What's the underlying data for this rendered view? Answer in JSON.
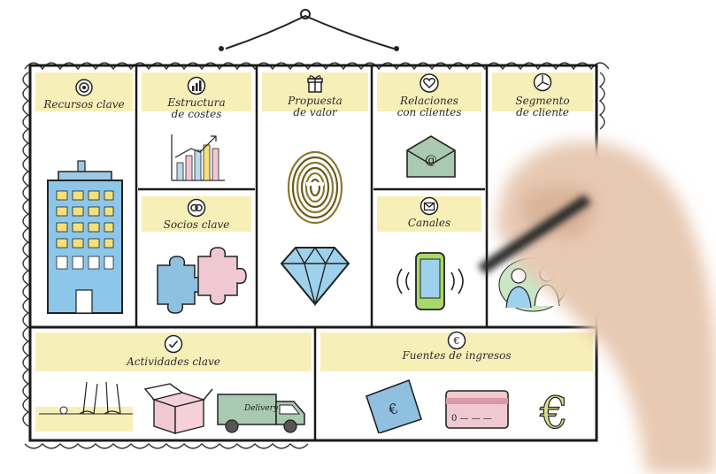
{
  "board": {
    "cells": {
      "recursos": {
        "label": "Recursos clave",
        "icon": "target-icon"
      },
      "estructura": {
        "label_line1": "Estructura",
        "label_line2": "de costes",
        "icon": "bar-chart-icon"
      },
      "socios": {
        "label": "Socios clave",
        "icon": "rings-icon"
      },
      "propuesta": {
        "label_line1": "Propuesta",
        "label_line2": "de valor",
        "icon": "gift-icon"
      },
      "relaciones": {
        "label_line1": "Relaciones",
        "label_line2": "con clientes",
        "icon": "heart-icon"
      },
      "canales": {
        "label": "Canales",
        "icon": "envelope-icon"
      },
      "segmento": {
        "label_line1": "Segmento",
        "label_line2": "de cliente",
        "icon": "pie-icon"
      },
      "actividades": {
        "label": "Actividades clave",
        "icon": "check-icon"
      },
      "fuentes": {
        "label": "Fuentes de ingresos",
        "icon": "euro-icon"
      }
    },
    "illustrations": {
      "delivery_van_text": "Delivery",
      "card_text": "0 — — —"
    }
  },
  "colors": {
    "band": "#f7efb8",
    "building": "#8cc6e8",
    "puzzle_blue": "#8fc0e0",
    "puzzle_pink": "#f0c8d2",
    "van": "#a9c9b0",
    "euro": "#d9e08a",
    "ink": "#222222"
  }
}
